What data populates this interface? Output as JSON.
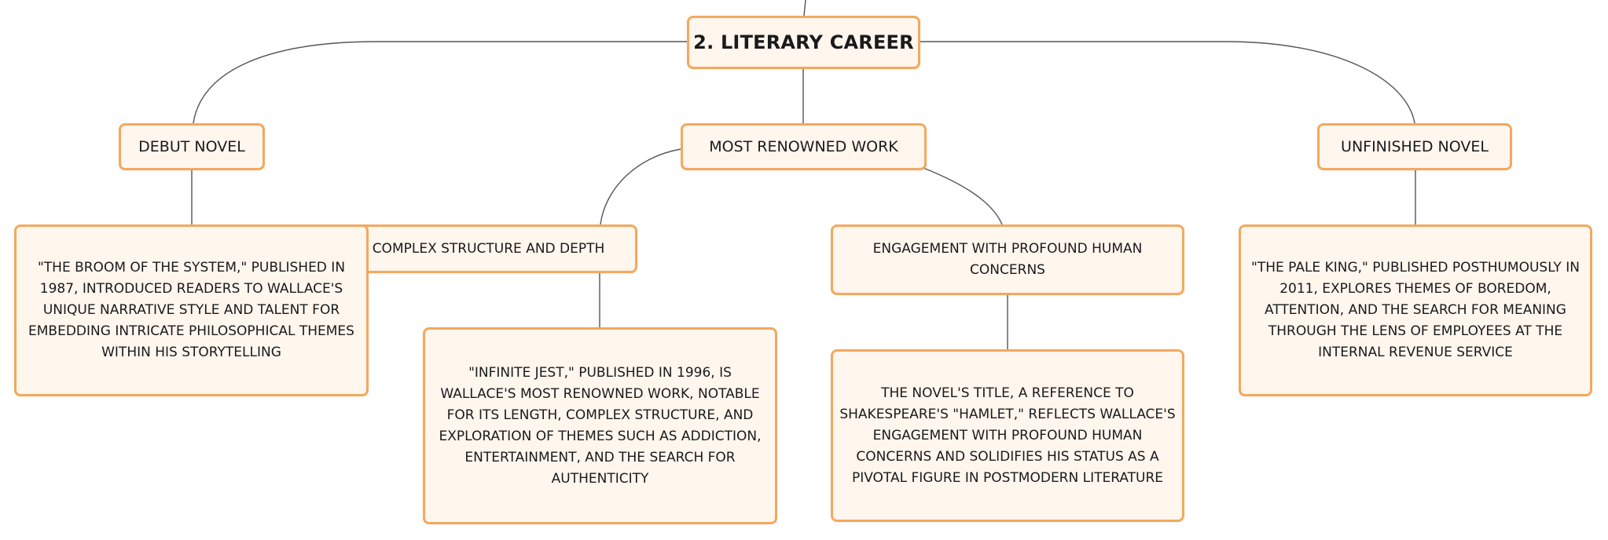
{
  "diagram": {
    "root": {
      "label": "2. Literary Career"
    },
    "branches": [
      {
        "label": "Debut Novel"
      },
      {
        "label": "Most Renowned Work"
      },
      {
        "label": "Unfinished Novel"
      }
    ],
    "sub_topics": [
      {
        "label": "Complex Structure and Depth"
      },
      {
        "label": "Engagement with Profound Human Concerns"
      }
    ],
    "details": [
      {
        "text": "\"The Broom of the System,\" published in 1987, introduced readers to Wallace's unique narrative style and talent for embedding intricate philosophical themes within his storytelling"
      },
      {
        "text": "\"Infinite Jest,\" published in 1996, is Wallace's most renowned work, notable for its length, complex structure, and exploration of themes such as addiction, entertainment, and the search for authenticity"
      },
      {
        "text": "The novel's title, a reference to Shakespeare's \"Hamlet,\" reflects Wallace's engagement with profound human concerns and solidifies his status as a pivotal figure in postmodern literature"
      },
      {
        "text": "\"The Pale King,\" published posthumously in 2011, explores themes of boredom, attention, and the search for meaning through the lens of employees at the Internal Revenue Service"
      }
    ]
  },
  "colors": {
    "node_border": "#f2a95e",
    "node_fill": "#fff6ee",
    "connector": "#555555"
  }
}
